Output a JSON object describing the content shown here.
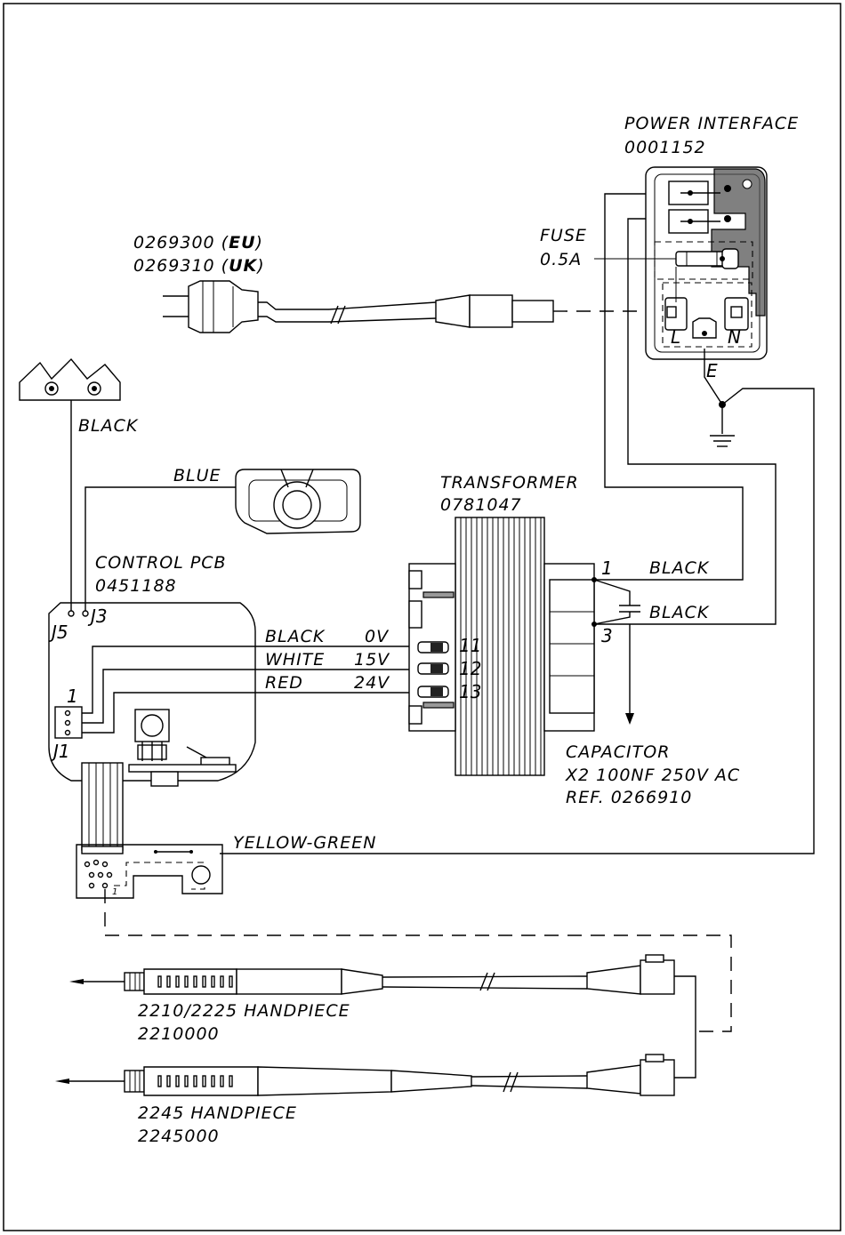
{
  "power_interface": {
    "title": "POWER INTERFACE",
    "code": "0001152"
  },
  "power_cord": {
    "eu_code": "0269300",
    "eu_tag": "EU",
    "uk_code": "0269310",
    "uk_tag": "UK",
    "open": "(",
    "close": ")"
  },
  "fuse": {
    "label": "FUSE",
    "rating": "0.5A"
  },
  "terminals": {
    "line": "L",
    "neutral": "N",
    "earth": "E"
  },
  "earth_stud_wire": "BLACK",
  "control_pcb": {
    "title": "CONTROL PCB",
    "code": "0451188",
    "j5": "J5",
    "j3": "J3",
    "j1": "J1",
    "j1_pin": "1"
  },
  "blue_wire": "BLUE",
  "transformer": {
    "title": "TRANSFORMER",
    "code": "0781047",
    "secondary": [
      {
        "color": "BLACK",
        "voltage": "0V",
        "pin": "11"
      },
      {
        "color": "WHITE",
        "voltage": "15V",
        "pin": "12"
      },
      {
        "color": "RED",
        "voltage": "24V",
        "pin": "13"
      }
    ],
    "primary": [
      {
        "pin": "1",
        "color": "BLACK"
      },
      {
        "pin": "3",
        "color": "BLACK"
      }
    ]
  },
  "capacitor": {
    "title": "CAPACITOR",
    "spec": "X2 100NF 250V AC",
    "ref": "REF. 0266910"
  },
  "yellow_green": "YELLOW-GREEN",
  "connector_pin": "1",
  "handpiece_a": {
    "title": "2210/2225 HANDPIECE",
    "code": "2210000"
  },
  "handpiece_b": {
    "title": "2245 HANDPIECE",
    "code": "2245000"
  }
}
